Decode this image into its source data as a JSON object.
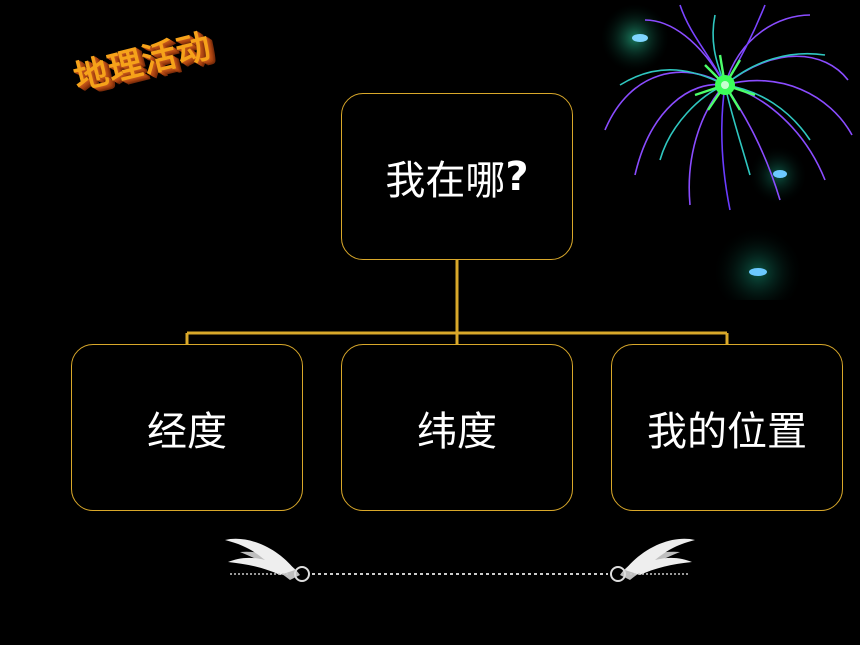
{
  "slide": {
    "background": "#000000",
    "accent": "#d9a82a",
    "title": "地理活动"
  },
  "diagram": {
    "type": "tree",
    "root": {
      "label": "我在哪",
      "suffix": "?"
    },
    "children": [
      {
        "label": "经度"
      },
      {
        "label": "纬度"
      },
      {
        "label": "我的位置"
      }
    ]
  }
}
